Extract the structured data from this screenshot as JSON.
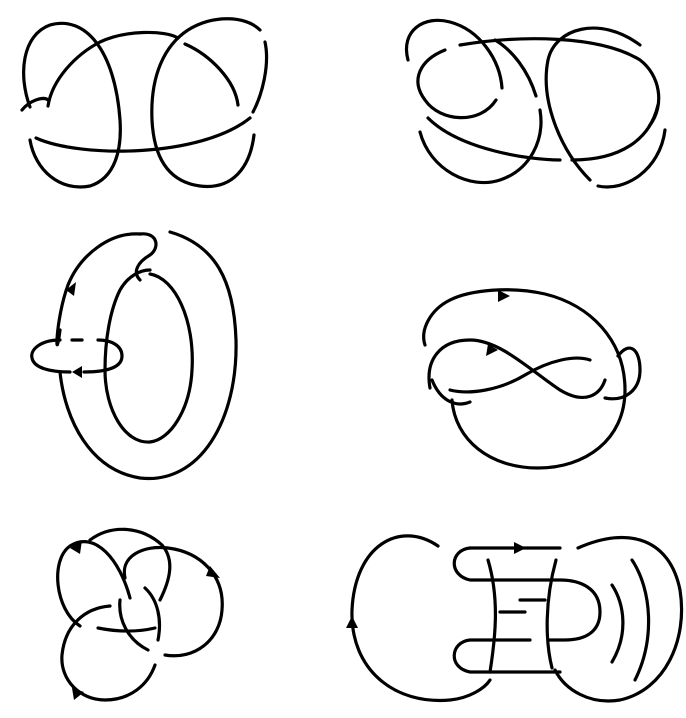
{
  "diagrams": [
    {
      "id": "top-left",
      "kind": "knot"
    },
    {
      "id": "top-right",
      "kind": "knot"
    },
    {
      "id": "middle-left",
      "kind": "link",
      "orientation_arrows": 2
    },
    {
      "id": "middle-right",
      "kind": "knot",
      "orientation_arrows": 2
    },
    {
      "id": "bottom-left",
      "kind": "link",
      "orientation_arrows": 3
    },
    {
      "id": "bottom-right",
      "kind": "link",
      "orientation_arrows": 2
    }
  ],
  "colors": {
    "ink": "#000000",
    "background": "#ffffff"
  }
}
